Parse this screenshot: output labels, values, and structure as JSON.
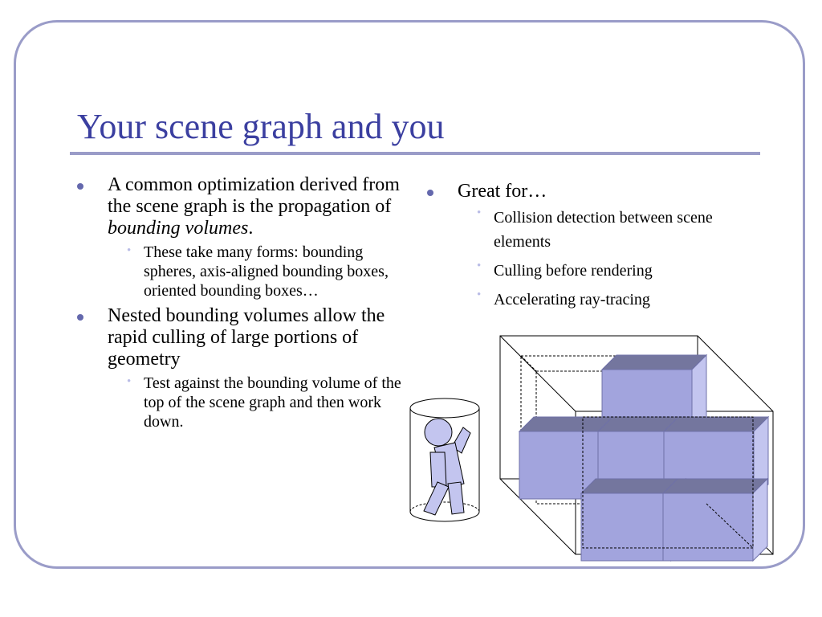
{
  "slide": {
    "title": "Your scene graph and you",
    "left_bullets": [
      {
        "text_before": "A common optimization derived from the scene graph is the propagation of ",
        "text_italic": "bounding volumes",
        "text_after": ".",
        "sub": [
          "These take many forms: bounding spheres, axis-aligned bounding boxes, oriented bounding boxes…"
        ]
      },
      {
        "text": "Nested bounding volumes allow the rapid culling of large portions of geometry",
        "sub": [
          "Test against the bounding volume of the top of the scene graph and then work down."
        ]
      }
    ],
    "right_bullets": [
      {
        "text": "Great for…",
        "sub": [
          "Collision detection between scene elements",
          "Culling before rendering",
          "Accelerating ray-tracing"
        ]
      }
    ]
  },
  "colors": {
    "title": "#3b3fa0",
    "frame": "#9a9cc8",
    "bullet": "#6468ad",
    "sub_bullet": "#b9bce6",
    "cube_front": "#a2a4dd",
    "cube_top": "#74769e",
    "cube_side": "#c3c5ef"
  },
  "icons": {
    "bullet": "filled-circle",
    "sub_bullet": "small-dot-glyph"
  }
}
